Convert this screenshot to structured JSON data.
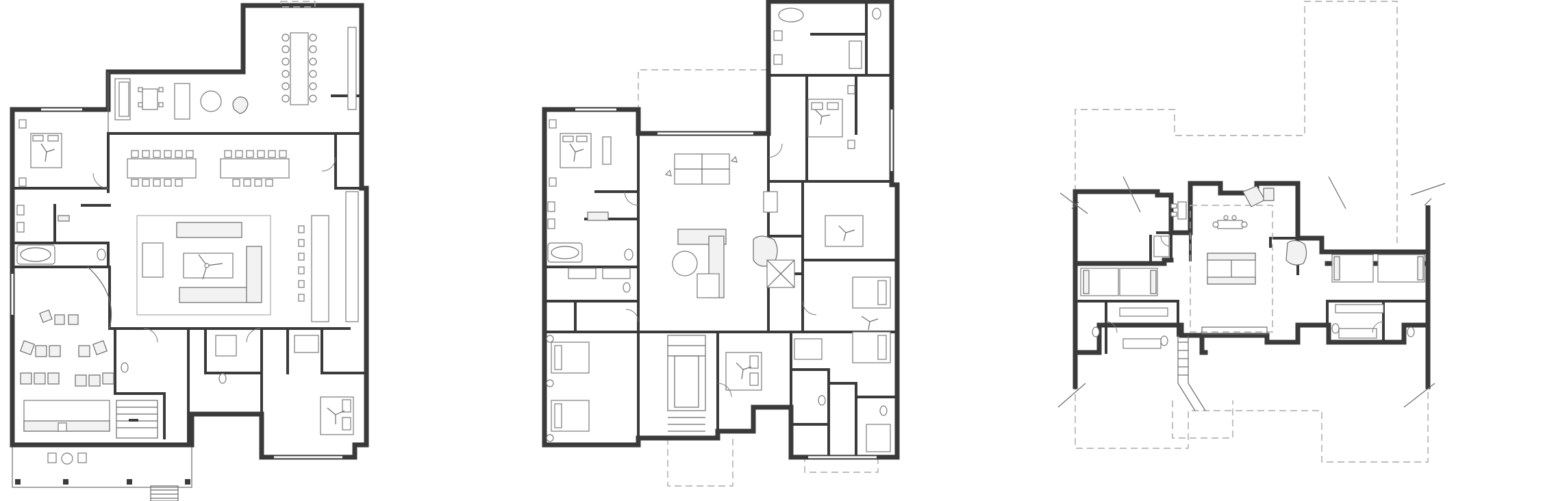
{
  "drawing": {
    "type": "architectural floor plans",
    "sheets": [
      {
        "id": "lower",
        "name": "plan-left"
      },
      {
        "id": "main",
        "name": "plan-middle"
      },
      {
        "id": "upper",
        "name": "plan-right"
      }
    ],
    "colors": {
      "wall": "#3a3a3a",
      "fixture": "#7a7a7a",
      "dashed_outline": "#a9a9a9",
      "background": "#ffffff"
    },
    "icons": [
      "ceiling-fan-icon",
      "bed-icon",
      "sofa-icon",
      "dining-table-icon",
      "bathtub-icon",
      "toilet-icon",
      "sink-icon",
      "stair-icon",
      "door-swing-icon",
      "theater-recliner-icon"
    ]
  }
}
